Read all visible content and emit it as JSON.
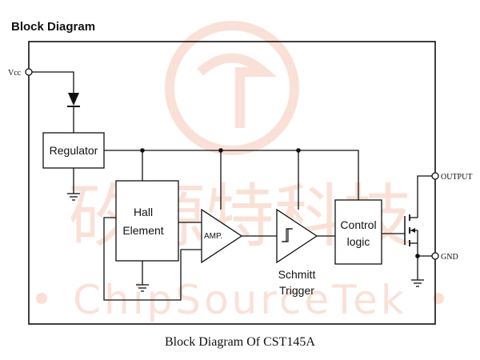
{
  "heading": "Block Diagram",
  "caption": "Block Diagram Of CST145A",
  "watermark": {
    "cn_text": "矽源特科技",
    "en_text": "ChipSourceTek",
    "color": "#f6c9b8"
  },
  "pins": {
    "vcc": "Vcc",
    "output": "OUTPUT",
    "gnd": "GND"
  },
  "blocks": {
    "regulator": "Regulator",
    "hall_line1": "Hall",
    "hall_line2": "Element",
    "amp": "AMP.",
    "schmitt_line1": "Schmitt",
    "schmitt_line2": "Trigger",
    "control_line1": "Control",
    "control_line2": "logic"
  }
}
